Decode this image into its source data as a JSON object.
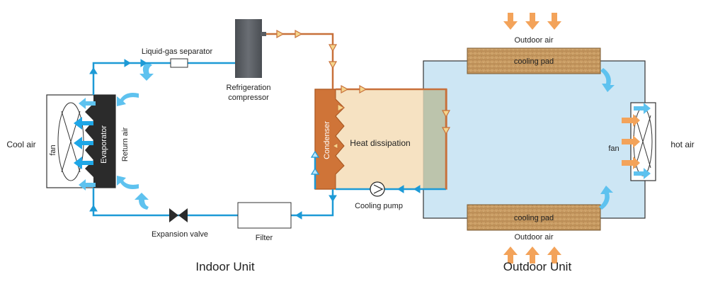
{
  "labels": {
    "liquid_gas_separator": "Liquid-gas separator",
    "compressor_line1": "Refrigeration",
    "compressor_line2": "compressor",
    "cool_air": "Cool air",
    "fan_left": "fan",
    "evaporator": "Evaporator",
    "return_air": "Return air",
    "expansion_valve": "Expansion valve",
    "filter": "Filter",
    "condenser": "Condenser",
    "heat_dissipation": "Heat dissipation",
    "cooling_pump": "Cooling pump",
    "outdoor_air_top": "Outdoor air",
    "cooling_pad_top": "cooling pad",
    "cooling_pad_bottom": "cooling pad",
    "outdoor_air_bottom": "Outdoor air",
    "fan_right": "fan",
    "hot_air": "hot air",
    "indoor_unit": "Indoor Unit",
    "outdoor_unit": "Outdoor Unit"
  },
  "colors": {
    "refrigerant_cold": "#1d9ad6",
    "refrigerant_hot": "#c8703a",
    "cool_air_arrow": "#5ec2ef",
    "hot_air_arrow": "#f3a35a",
    "evaporator": "#2b2b2b",
    "condenser": "#cf7438",
    "heat_dissipation": "#f5ddb8",
    "outdoor_water": "#cde6f4",
    "cooling_pad": "#c7995e",
    "compressor": "#5a5e63"
  }
}
